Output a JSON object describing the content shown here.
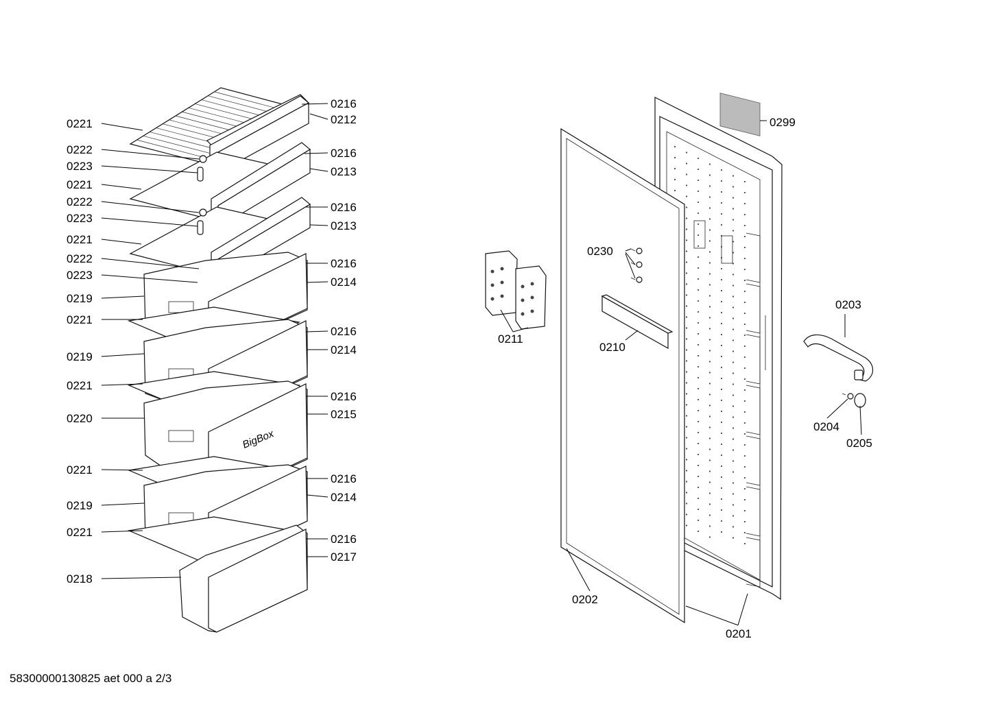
{
  "diagram": {
    "left_labels": [
      "0221",
      "0222",
      "0223",
      "0221",
      "0222",
      "0223",
      "0221",
      "0222",
      "0223",
      "0219",
      "0221",
      "0219",
      "0221",
      "0220",
      "0221",
      "0219",
      "0221",
      "0218"
    ],
    "right_labels": [
      "0216",
      "0212",
      "0216",
      "0213",
      "0216",
      "0213",
      "0216",
      "0214",
      "0216",
      "0214",
      "0216",
      "0215",
      "0216",
      "0214",
      "0216",
      "0217"
    ],
    "door_labels": [
      "0299",
      "0230",
      "0211",
      "0210",
      "0203",
      "0204",
      "0205",
      "0202",
      "0201"
    ],
    "drawer_badge": "BigBox"
  },
  "footer": {
    "doc_id": "58300000130825 aet 000 a 2/3"
  }
}
